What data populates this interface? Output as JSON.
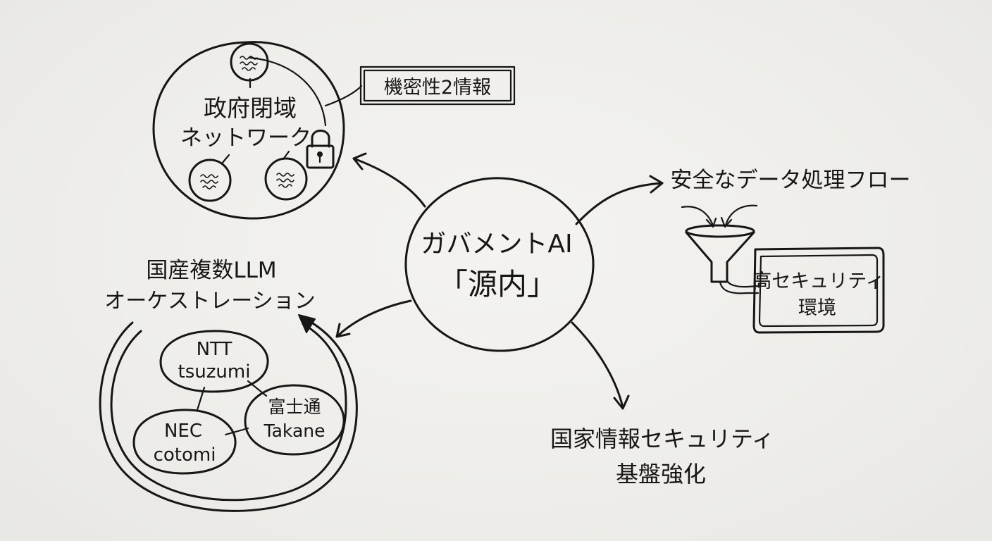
{
  "center": {
    "line1": "ガバメントAI",
    "line2": "「源内」"
  },
  "network": {
    "line1": "政府閉域",
    "line2": "ネットワーク",
    "tag": "機密性2情報"
  },
  "llm": {
    "title_line1": "国産複数LLM",
    "title_line2": "オーケストレーション",
    "models": [
      {
        "line1": "NTT",
        "line2": "tsuzumi"
      },
      {
        "line1": "富士通",
        "line2": "Takane"
      },
      {
        "line1": "NEC",
        "line2": "cotomi"
      }
    ]
  },
  "flow": {
    "title": "安全なデータ処理フロー",
    "box_line1": "高セキュリティ",
    "box_line2": "環境"
  },
  "security": {
    "line1": "国家情報セキュリティ",
    "line2": "基盤強化"
  },
  "icons": [
    "lock-icon",
    "funnel-icon",
    "document-node-icon"
  ]
}
